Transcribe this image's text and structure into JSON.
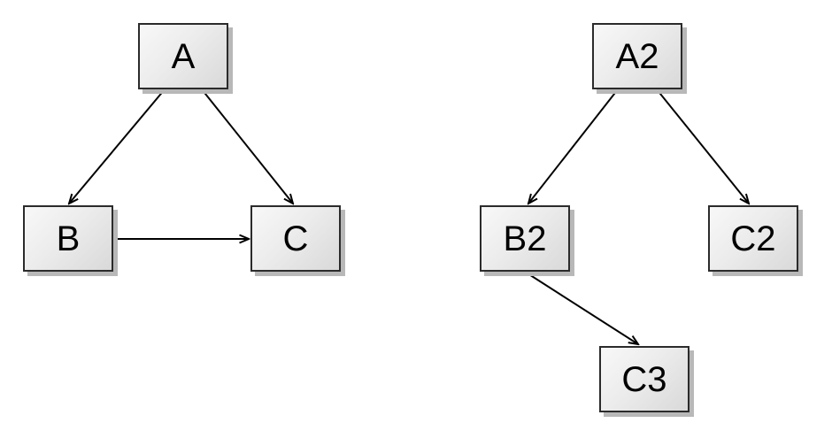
{
  "canvas": {
    "background": "#ffffff"
  },
  "style": {
    "node_fill_light": "#f8f8f8",
    "node_fill_dark": "#d9d9d9",
    "node_border": "#2b2b2b",
    "node_shadow": "#b8b8b8",
    "edge_color": "#000000",
    "label_color": "#000000"
  },
  "graphs": {
    "left": {
      "nodes": [
        {
          "id": "A",
          "label": "A"
        },
        {
          "id": "B",
          "label": "B"
        },
        {
          "id": "C",
          "label": "C"
        }
      ],
      "edges": [
        {
          "from": "A",
          "to": "B"
        },
        {
          "from": "A",
          "to": "C"
        },
        {
          "from": "B",
          "to": "C"
        }
      ]
    },
    "right": {
      "nodes": [
        {
          "id": "A2",
          "label": "A2"
        },
        {
          "id": "B2",
          "label": "B2"
        },
        {
          "id": "C2",
          "label": "C2"
        },
        {
          "id": "C3",
          "label": "C3"
        }
      ],
      "edges": [
        {
          "from": "A2",
          "to": "B2"
        },
        {
          "from": "A2",
          "to": "C2"
        },
        {
          "from": "B2",
          "to": "C3"
        }
      ]
    }
  }
}
